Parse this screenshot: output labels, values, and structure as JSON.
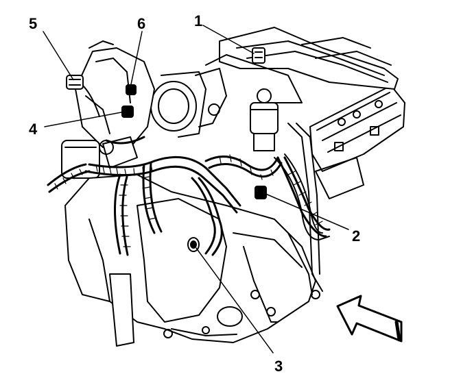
{
  "diagram": {
    "callouts": [
      {
        "id": "1",
        "label": "1"
      },
      {
        "id": "2",
        "label": "2"
      },
      {
        "id": "3",
        "label": "3"
      },
      {
        "id": "4",
        "label": "4"
      },
      {
        "id": "5",
        "label": "5"
      },
      {
        "id": "6",
        "label": "6"
      }
    ],
    "colors": {
      "ink": "#000000",
      "paper": "#ffffff"
    }
  }
}
